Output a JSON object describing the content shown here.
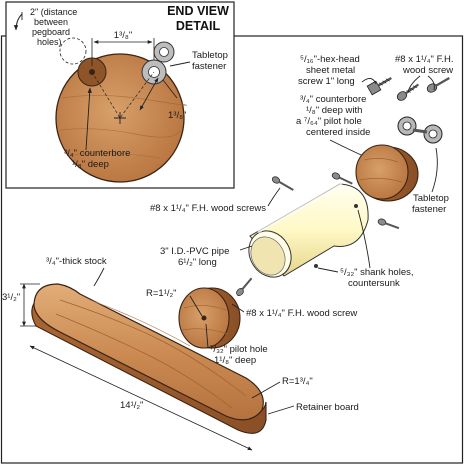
{
  "detail": {
    "title_line1": "END VIEW",
    "title_line2": "DETAIL",
    "hole_note_line1": "2\" (distance",
    "hole_note_line2": "between",
    "hole_note_line3": "pegboard",
    "hole_note_line4": "holes)",
    "dim_top": "1³/₈\"",
    "dim_diag": "1³/₈\"",
    "fastener_line1": "Tabletop",
    "fastener_line2": "fastener",
    "counterbore_line1": "³/₄\" counterbore",
    "counterbore_line2": "¹/₈\" deep"
  },
  "labels": {
    "hex_screw_line1": "⁵/₁₆\"-hex-head",
    "hex_screw_line2": "sheet metal",
    "hex_screw_line3": "screw 1\" long",
    "fh_screw_top_line1": "#8 x 1¹/₄\" F.H.",
    "fh_screw_top_line2": "wood screw",
    "cb_line1": "³/₄\" counterbore",
    "cb_line2": "¹/₈\" deep with",
    "cb_line3": "a ⁷/₆₄\" pilot hole",
    "cb_line4": "centered inside",
    "tabletop_line1": "Tabletop",
    "tabletop_line2": "fastener",
    "fh_screws_mid": "#8 x 1¹/₄\" F.H. wood screws",
    "pvc_line1": "3\" I.D.-PVC pipe",
    "pvc_line2": "6¹/₂\" long",
    "shank_line1": "⁵/₃₂\" shank holes,",
    "shank_line2": "countersunk",
    "stock": "³/₄\"-thick stock",
    "height": "3¹/₂\"",
    "radius_small": "R=1¹/₂\"",
    "fh_screw_low": "#8 x 1¹/₄\" F.H. wood screw",
    "pilot_line1": "⁷/₃₂\" pilot hole",
    "pilot_line2": "1¹/₈\" deep",
    "radius_large": "R=1³/₄\"",
    "length": "14¹/₂\"",
    "retainer": "Retainer board"
  },
  "colors": {
    "wood_light": "#d9a36e",
    "wood_mid": "#c4824a",
    "wood_dark": "#9a5a2c",
    "pvc_light": "#fffde0",
    "pvc_dark": "#e8d98a",
    "metal": "#9a9a9a"
  }
}
